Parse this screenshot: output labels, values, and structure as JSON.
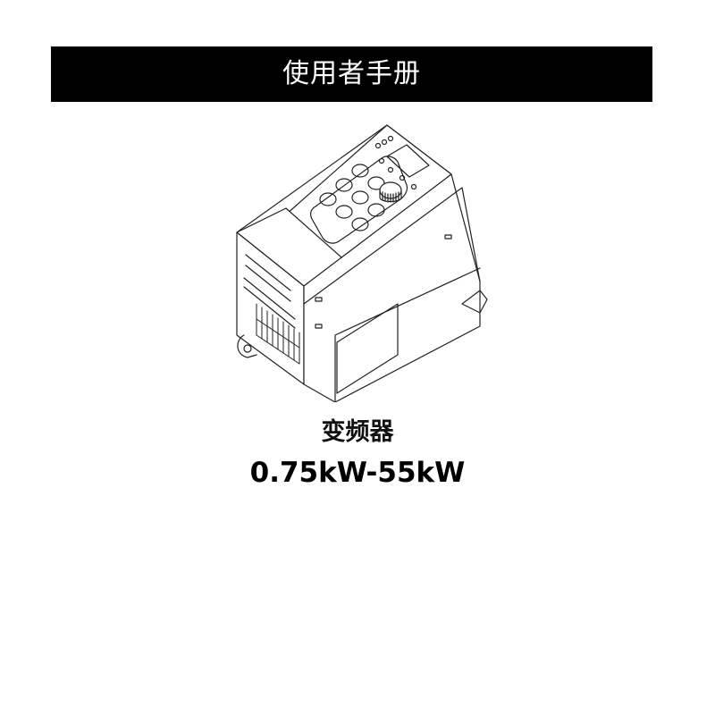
{
  "header": {
    "title": "使用者手册"
  },
  "figure": {
    "subject": "frequency-inverter-drawing"
  },
  "product": {
    "name": "变频器",
    "power_range": "0.75kW-55kW"
  },
  "colors": {
    "banner_bg": "#000000",
    "banner_text": "#ffffff",
    "body_text": "#000000",
    "page_bg": "#ffffff"
  }
}
